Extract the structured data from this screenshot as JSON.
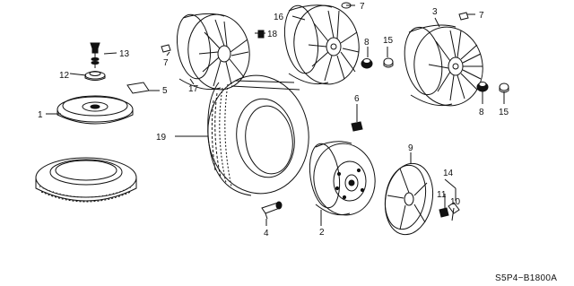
{
  "diagram": {
    "code": "S5P4−B1800A",
    "parts": [
      {
        "id": "p1",
        "number": "1"
      },
      {
        "id": "p2",
        "number": "2"
      },
      {
        "id": "p3",
        "number": "3"
      },
      {
        "id": "p4",
        "number": "4"
      },
      {
        "id": "p5",
        "number": "5"
      },
      {
        "id": "p6",
        "number": "6"
      },
      {
        "id": "p7a",
        "number": "7"
      },
      {
        "id": "p7b",
        "number": "7"
      },
      {
        "id": "p7c",
        "number": "7"
      },
      {
        "id": "p8a",
        "number": "8"
      },
      {
        "id": "p8b",
        "number": "8"
      },
      {
        "id": "p9",
        "number": "9"
      },
      {
        "id": "p10",
        "number": "10"
      },
      {
        "id": "p11",
        "number": "11"
      },
      {
        "id": "p12",
        "number": "12"
      },
      {
        "id": "p13",
        "number": "13"
      },
      {
        "id": "p14",
        "number": "14"
      },
      {
        "id": "p15a",
        "number": "15"
      },
      {
        "id": "p15b",
        "number": "15"
      },
      {
        "id": "p16",
        "number": "16"
      },
      {
        "id": "p17",
        "number": "17"
      },
      {
        "id": "p18",
        "number": "18"
      },
      {
        "id": "p19",
        "number": "19"
      }
    ]
  }
}
